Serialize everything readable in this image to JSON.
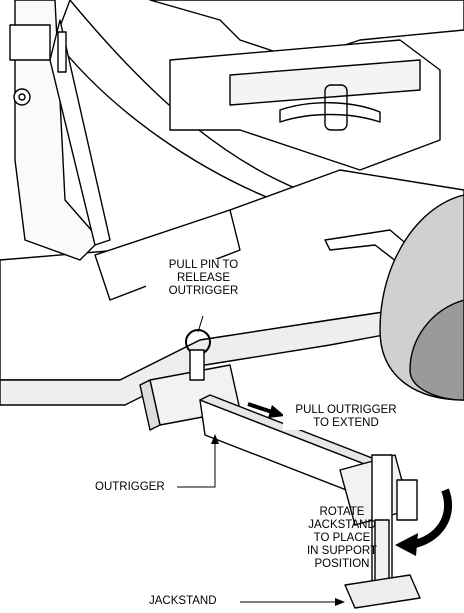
{
  "labels": {
    "pull_pin": [
      "PULL PIN TO",
      "RELEASE",
      "OUTRIGGER"
    ],
    "pull_outrigger": [
      "PULL OUTRIGGER",
      "TO EXTEND"
    ],
    "outrigger": "OUTRIGGER",
    "rotate_jackstand": [
      "ROTATE",
      "JACKSTAND",
      "TO PLACE",
      "IN SUPPORT",
      "POSITION"
    ],
    "jackstand": "JACKSTAND"
  },
  "colors": {
    "line": "#000000",
    "fill": "#ffffff",
    "shade": "#d9d9d9",
    "tire": "#bfbfbf"
  }
}
